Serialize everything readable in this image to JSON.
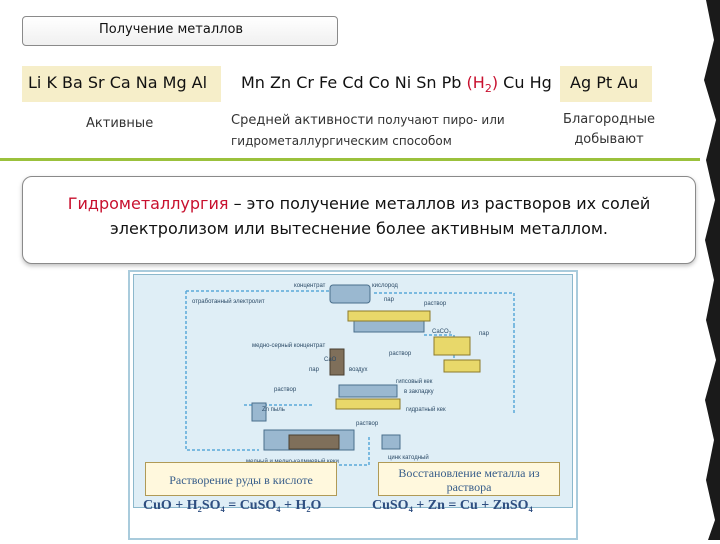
{
  "title": "Получение металлов",
  "series": {
    "active": "Li K Ba Sr Ca Na Mg Al",
    "medium_before": "Mn Zn Cr Fe Cd Co Ni Sn Pb ",
    "hydrogen": "(H",
    "hydrogen_sub": "2",
    "hydrogen_close": ")",
    "medium_after": " Cu Hg",
    "noble": "Ag Pt Au"
  },
  "categories": {
    "active": "Активные",
    "medium_line1": "Средней активности",
    "medium_line1_rest": " получают пиро- или",
    "medium_line2": "гидрометаллургическим способом",
    "noble_line1": "Благородные",
    "noble_line2": "добывают"
  },
  "definition": {
    "term": "Гидрометаллургия",
    "text": " – это получение металлов из растворов их солей электролизом или вытеснение более активным металлом."
  },
  "scheme": {
    "labels": {
      "concentrate": "концентрат",
      "spent_electrolyte": "отработанный электролит",
      "acid": "кислород",
      "steam1": "пар",
      "solution1": "раствор",
      "caco": "CaCO₃",
      "steam2": "пар",
      "copper_conc": "медно-серный концентрат",
      "cao": "CaO",
      "steam3": "пар",
      "solution2": "раствор",
      "air": "воздух",
      "solution3": "раствор",
      "gypsum": "гипсовый кек",
      "to_backfill": "в закладку",
      "zn_dust": "Zn пыль",
      "hydrate_cake": "гидратный кек",
      "solution4": "раствор",
      "cu_cd_cakes": "медный и медно-кадмиевый кеки",
      "zinc_cathode": "цинк катодный"
    },
    "process_left": "Растворение руды в кислоте",
    "process_right_line1": "Восстановление металла из",
    "process_right_line2": "раствора",
    "equation_left": "CuO + H₂SO₄ = CuSO₄ + H₂O",
    "equation_right": "CuSO₄ + Zn = Cu + ZnSO₄"
  }
}
